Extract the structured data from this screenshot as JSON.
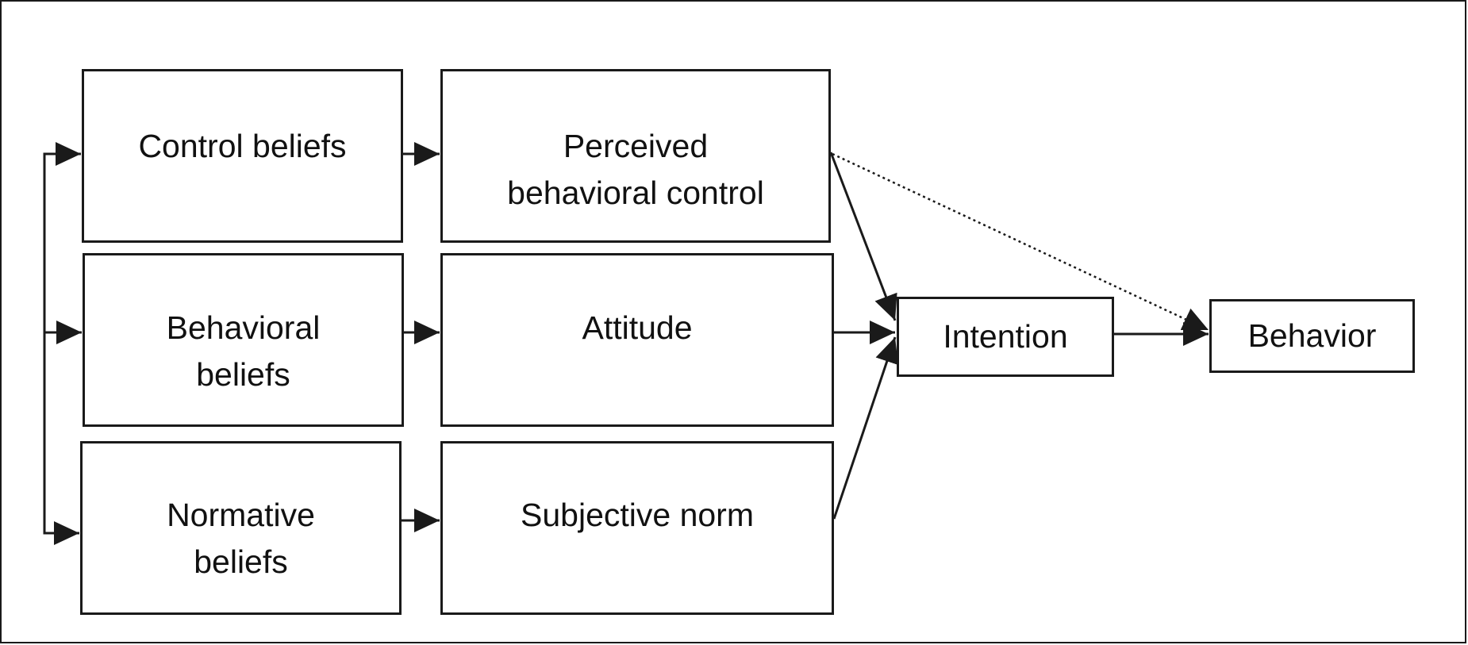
{
  "diagram": {
    "nodes": {
      "control_beliefs": "Control beliefs",
      "perceived_behavioral_control": "Perceived\nbehavioral control",
      "behavioral_beliefs": "Behavioral\nbeliefs",
      "attitude": "Attitude",
      "normative_beliefs": "Normative\nbeliefs",
      "subjective_norm": "Subjective norm",
      "intention": "Intention",
      "behavior": "Behavior"
    },
    "edges": [
      {
        "from": "control_beliefs",
        "to": "perceived_behavioral_control",
        "style": "solid"
      },
      {
        "from": "behavioral_beliefs",
        "to": "attitude",
        "style": "solid"
      },
      {
        "from": "normative_beliefs",
        "to": "subjective_norm",
        "style": "solid"
      },
      {
        "from": "perceived_behavioral_control",
        "to": "intention",
        "style": "solid"
      },
      {
        "from": "attitude",
        "to": "intention",
        "style": "solid"
      },
      {
        "from": "subjective_norm",
        "to": "intention",
        "style": "solid"
      },
      {
        "from": "intention",
        "to": "behavior",
        "style": "solid"
      },
      {
        "from": "perceived_behavioral_control",
        "to": "behavior",
        "style": "dotted"
      },
      {
        "from": "beliefs_bracket",
        "to": "control_beliefs",
        "style": "solid"
      },
      {
        "from": "beliefs_bracket",
        "to": "behavioral_beliefs",
        "style": "solid"
      },
      {
        "from": "beliefs_bracket",
        "to": "normative_beliefs",
        "style": "solid"
      }
    ],
    "colors": {
      "stroke": "#1a1a1a",
      "text": "#111111",
      "background": "#ffffff"
    }
  }
}
